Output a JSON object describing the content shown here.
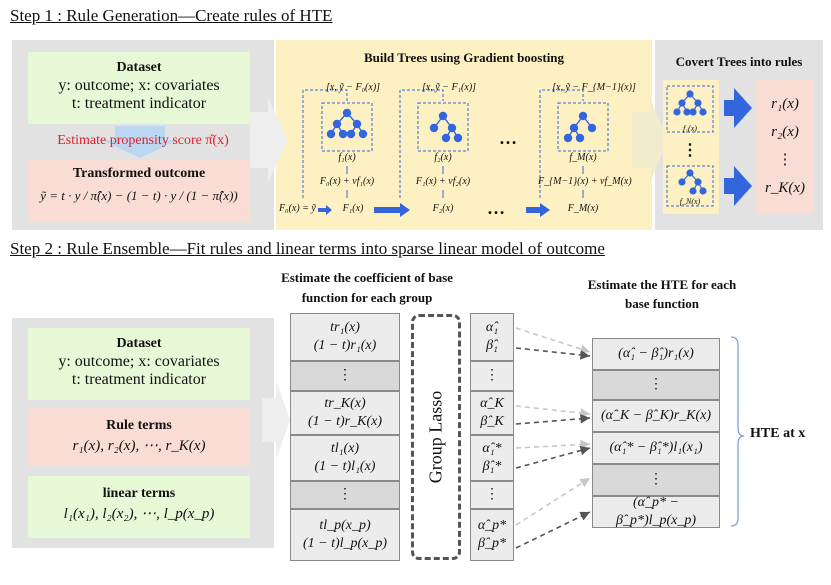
{
  "step1": {
    "title": "Step 1 : Rule Generation—Create rules of HTE",
    "dataset_title": "Dataset",
    "dataset_lines": [
      "y: outcome; x: covariates",
      "t: treatment  indicator"
    ],
    "propensity_label": "Estimate propensity score π̂(x)",
    "transformed_title": "Transformed  outcome",
    "transformed_formula": "ỹ = t · y / π̂(x) − (1 − t) · y / (1 − π̂(x))",
    "trees_title": "Build Trees using Gradient boosting",
    "tree_inputs": [
      "[x, ỹ − F₀(x)]",
      "[x, ỹ − F₁(x)]",
      "[x, ỹ − F_{M−1}(x)]"
    ],
    "tree_names": [
      "f₁(x)",
      "f₂(x)",
      "f_M(x)"
    ],
    "tree_updates": [
      "F₀(x) + νf₁(x)",
      "F₁(x) + νf₂(x)",
      "F_{M−1}(x) + νf_M(x)"
    ],
    "chain_start": "F₀(x) = ỹ",
    "chain_nodes": [
      "F₁(x)",
      "F₂(x)",
      "F_M(x)"
    ],
    "ellipsis": "…",
    "rules_title": "Covert Trees into rules",
    "small_tree_names": [
      "f₁(x)",
      "f_N(x)"
    ],
    "vdots": "⋮",
    "rules": [
      "r₁(x)",
      "r₂(x)",
      "⋮",
      "r_K(x)"
    ]
  },
  "step2": {
    "title": "Step 2 : Rule Ensemble—Fit rules and linear terms into sparse linear model of outcome",
    "dataset_title": "Dataset",
    "dataset_lines": [
      "y: outcome; x: covariates",
      "t: treatment  indicator"
    ],
    "rule_title": "Rule terms",
    "rule_formula": "r₁(x), r₂(x), ⋯, r_K(x)",
    "linear_title": "linear terms",
    "linear_formula": "l₁(x₁), l₂(x₂), ⋯, l_p(x_p)",
    "coef_header": "Estimate the coefficient of base function  for each group",
    "base_cells": [
      [
        "tr₁(x)",
        "(1 − t)r₁(x)"
      ],
      [
        "⋮"
      ],
      [
        "tr_K(x)",
        "(1 − t)r_K(x)"
      ],
      [
        "tl₁(x)",
        "(1 − t)l₁(x)"
      ],
      [
        "⋮"
      ],
      [
        "tl_p(x_p)",
        "(1 − t)l_p(x_p)"
      ]
    ],
    "group_lasso": "Group Lasso",
    "coef_cells": [
      [
        "α̂₁",
        "β̂₁"
      ],
      [
        "⋮"
      ],
      [
        "α̂_K",
        "β̂_K"
      ],
      [
        "α̂₁*",
        "β̂₁*"
      ],
      [
        "⋮"
      ],
      [
        "α̂_p*",
        "β̂_p*"
      ]
    ],
    "hte_header": "Estimate the HTE for each base function",
    "hte_cells": [
      "(α̂₁ − β̂₁)r₁(x)",
      "⋮",
      "(α̂_K − β̂_K)r_K(x)",
      "(α̂₁* − β̂₁*)l₁(x₁)",
      "⋮",
      "(α̂_p* − β̂_p*)l_p(x_p)"
    ],
    "hte_label": "HTE at x"
  },
  "colors": {
    "green_box": "#e6f8d6",
    "pink_box": "#f9ddd5",
    "yellow_panel": "#fdf1c4",
    "grey_panel": "#e2e2e2",
    "blue": "#3366dd",
    "red_text": "#e0202a"
  }
}
